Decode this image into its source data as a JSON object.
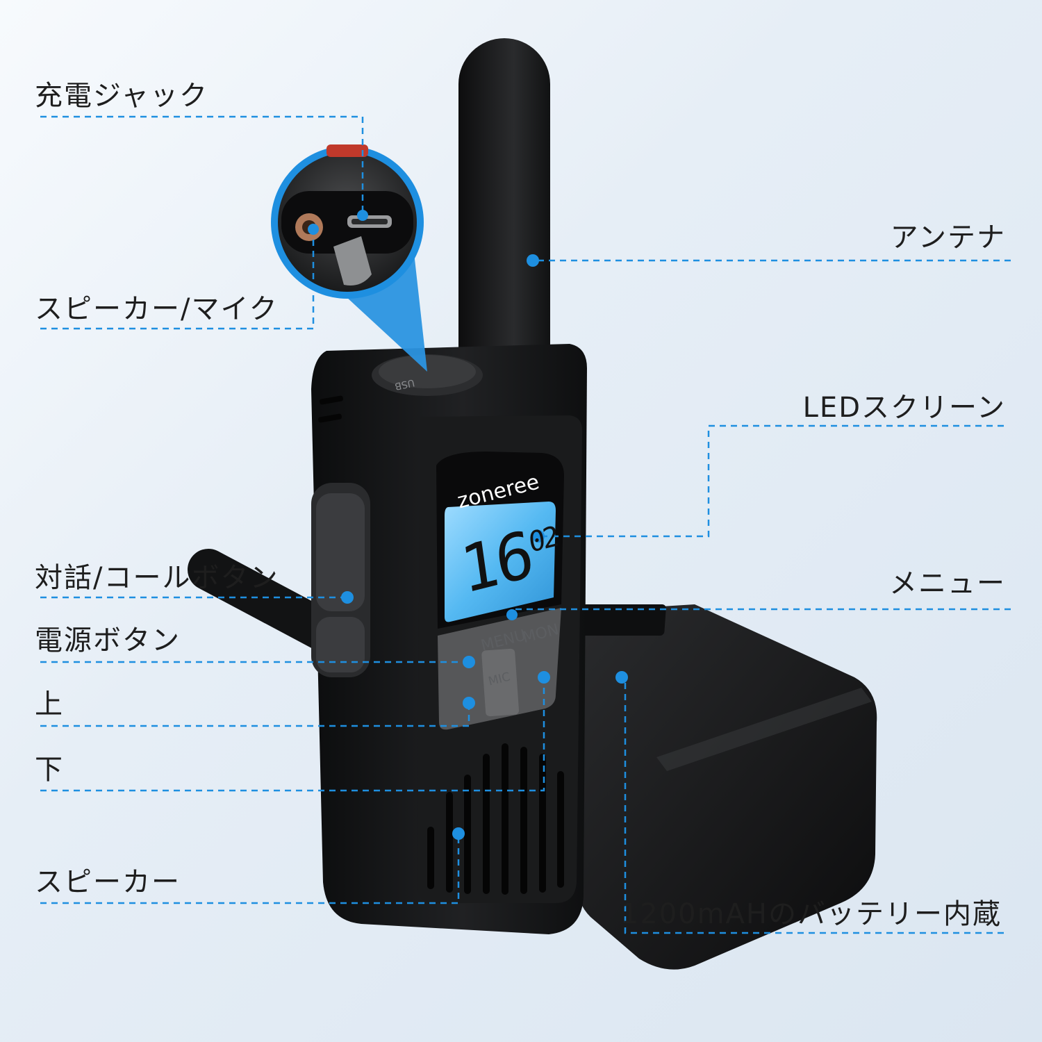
{
  "labels": {
    "charging_jack": "充電ジャック",
    "speaker_mic": "スピーカー/マイク",
    "talk_call_button": "対話/コールボタン",
    "power_button": "電源ボタン",
    "up": "上",
    "down": "下",
    "speaker": "スピーカー",
    "antenna": "アンテナ",
    "led_screen": "LEDスクリーン",
    "menu": "メニュー",
    "battery": "1200mAHのバッテリー内蔵"
  },
  "device": {
    "brand": "zoneree",
    "display_channel": "16",
    "display_sub": "02",
    "key_menu": "MENU",
    "key_mon": "MON",
    "key_mic": "MIC",
    "port_usb": "USB"
  },
  "colors": {
    "accent": "#1e8fe0",
    "lcd": "#4fb8f5",
    "body": "#141516"
  }
}
